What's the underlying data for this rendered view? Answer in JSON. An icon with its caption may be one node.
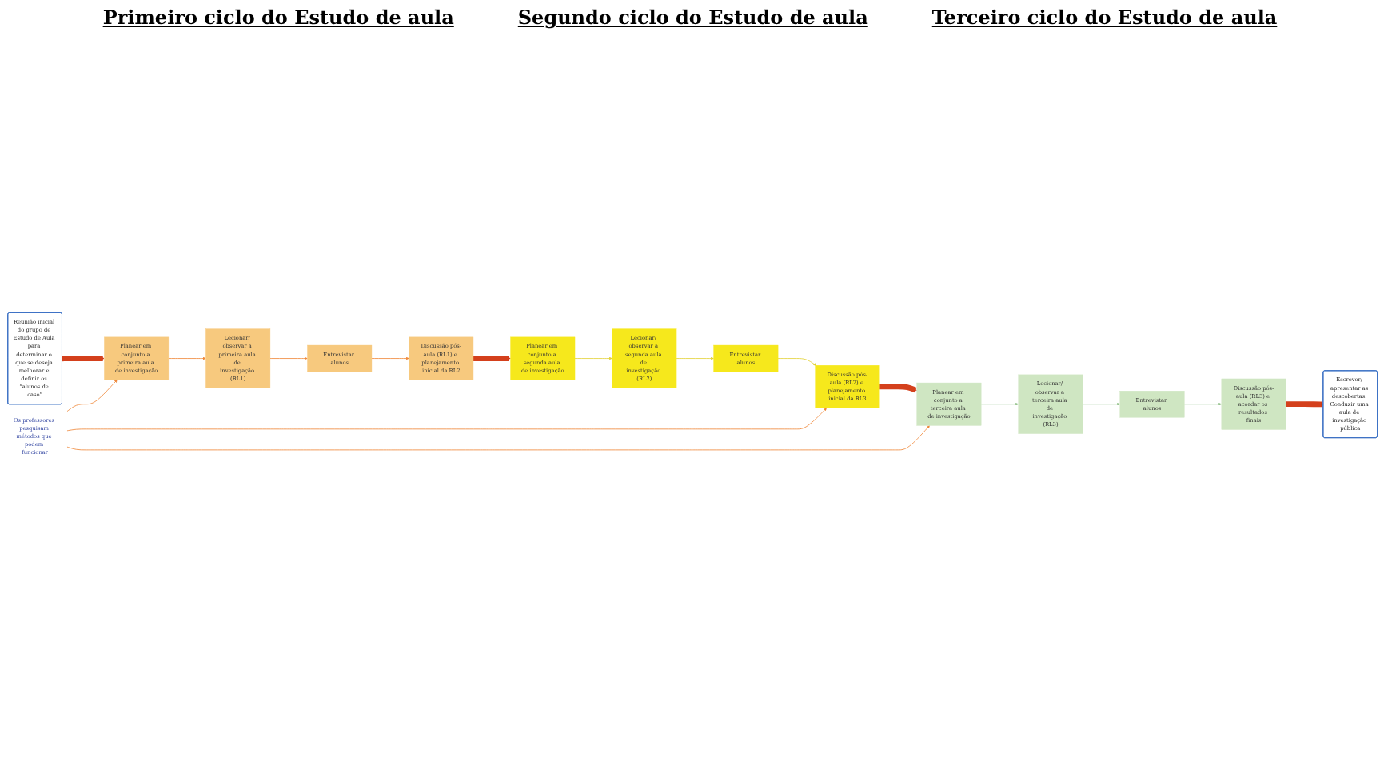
{
  "diagram": {
    "nodes": [
      {
        "text": [
          "Reunião inicial do grupo de Estudo de Aula para determinar o que se deseja melhorar e definir os “alunos de caso”"
        ]
      },
      {
        "text": [
          "Planear em conjunto a primeira aula de investigação"
        ]
      },
      {
        "text": [
          "Lecionar/ observar a primeira aula de investigação (RL1)"
        ]
      },
      {
        "text": [
          "Entrevistar alunos"
        ]
      },
      {
        "text": [
          "Discussão pós-aula (RL1) e planejamento inicial da RL2"
        ]
      },
      {
        "text": [
          "Os professores pesquisam métodos que podem funcionar"
        ]
      },
      {
        "text": [
          "Discussão pós-aula (RL2) e planejamento inicial da RL3"
        ]
      },
      {
        "text": [
          "Entrevistar alunos"
        ]
      },
      {
        "text": [
          "Lecionar/ observar a segunda aula de investigação (RL2)"
        ]
      },
      {
        "text": [
          "Planear em conjunto a segunda aula de investigação"
        ]
      },
      {
        "text": [
          "Planear em conjunto a terceira aula de investigação"
        ]
      },
      {
        "text": [
          "Lecionar/ observar a terceira aula de investigação (RL3)"
        ]
      },
      {
        "text": [
          "Entrevistar alunos"
        ]
      },
      {
        "text": [
          "Discussão pós-aula (RL3) e acordar os resultados finais"
        ]
      },
      {
        "text": [
          "Escrever/ apresentar as descobertas. Conduzir uma aula de investigação pública"
        ]
      }
    ],
    "edges": [
      {
        "from": 0,
        "to": 1,
        "arrow": "to",
        "style": "thick",
        "color": "#d4401c"
      },
      {
        "from": 1,
        "to": 2,
        "arrow": "to"
      },
      {
        "from": 2,
        "to": 3,
        "arrow": "to"
      },
      {
        "from": 3,
        "to": 4,
        "arrow": "to"
      },
      {
        "from": 4,
        "to": 9,
        "arrow": "to",
        "style": "thick",
        "color": "#d4401c"
      },
      {
        "from": 9,
        "to": 8,
        "arrow": "to",
        "color": "#e3d23a"
      },
      {
        "from": 8,
        "to": 7,
        "arrow": "to",
        "color": "#e3d23a"
      },
      {
        "from": 7,
        "to": 6,
        "arrow": "to",
        "color": "#e3d23a"
      },
      {
        "from": 6,
        "to": 10,
        "arrow": "to",
        "style": "thick",
        "color": "#d4401c"
      },
      {
        "from": 10,
        "to": 11,
        "arrow": "to",
        "color": "#8fbf86"
      },
      {
        "from": 11,
        "to": 12,
        "arrow": "to",
        "color": "#8fbf86"
      },
      {
        "from": 12,
        "to": 13,
        "arrow": "to",
        "color": "#8fbf86"
      },
      {
        "from": 13,
        "to": 14,
        "arrow": "to",
        "style": "thick",
        "color": "#d4401c"
      },
      {
        "from": 5,
        "to": 1,
        "arrow": "to"
      },
      {
        "from": 5,
        "to": 6,
        "arrow": "to"
      },
      {
        "from": 5,
        "to": 10,
        "arrow": "to"
      }
    ],
    "labels": [
      "Primeiro ciclo do Estudo de aula",
      "Segundo ciclo do Estudo de aula",
      "Terceiro ciclo do Estudo de aula"
    ]
  }
}
